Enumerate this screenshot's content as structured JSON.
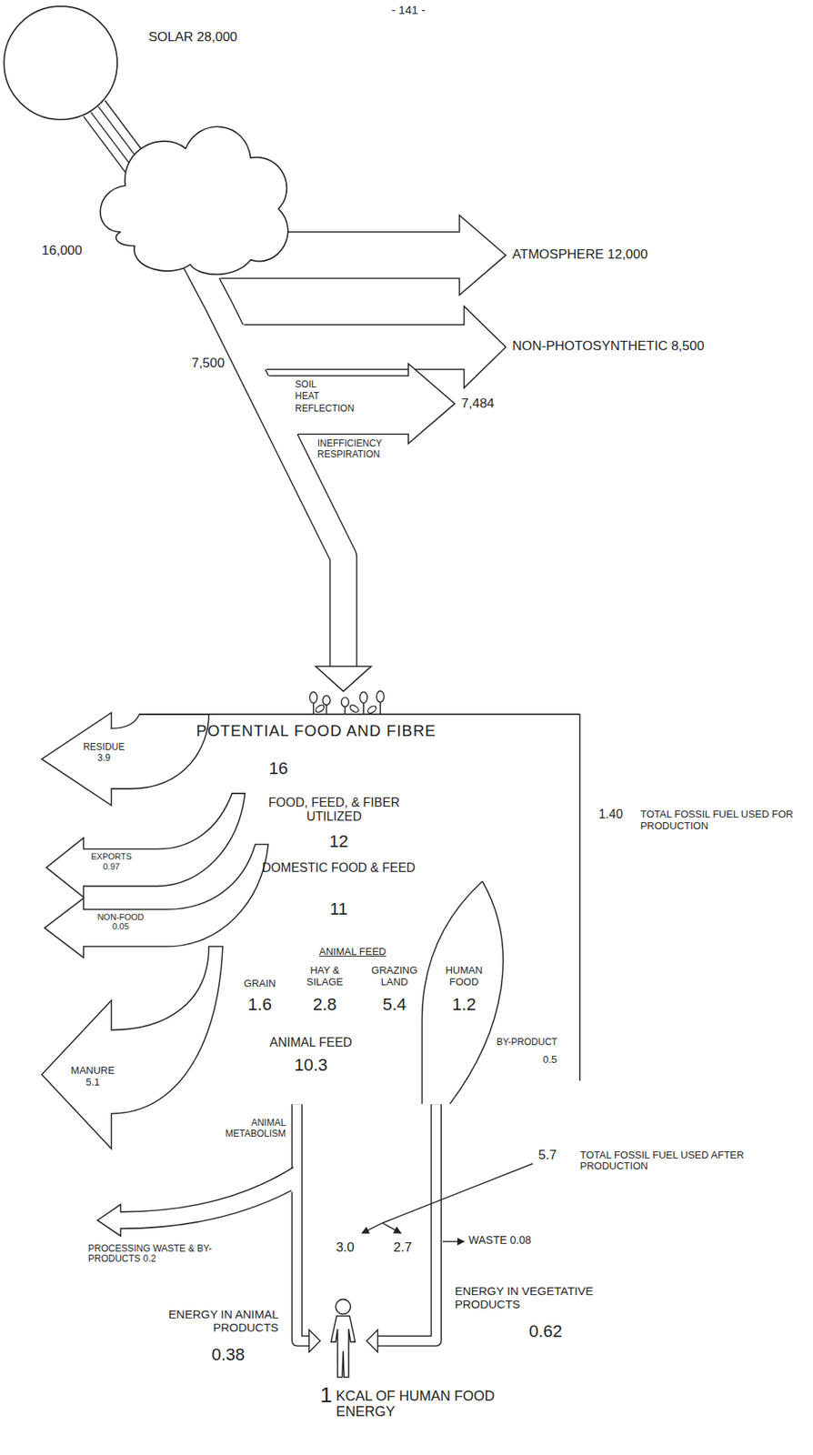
{
  "diagram": {
    "nodes": [
      {
        "text": [
          "SOLAR 28,000"
        ]
      },
      {
        "text": [
          "POTENTIAL FOOD AND FIBRE",
          "16",
          "FOOD, FEED, & FIBER UTILIZED",
          "12",
          "DOMESTIC FOOD & FEED",
          "11",
          "ANIMAL FEED",
          "GRAIN",
          "1.6",
          "HAY & SILAGE",
          "2.8",
          "GRAZING LAND",
          "5.4",
          "HUMAN FOOD",
          "1.2",
          "ANIMAL FEED",
          "10.3",
          "BY-PRODUCT",
          "0.5"
        ]
      },
      {
        "text": [
          "1",
          "KCAL OF HUMAN FOOD ENERGY"
        ]
      }
    ],
    "edges": [
      {
        "from": 0,
        "to": 1,
        "arrow": "to",
        "label": "7,500"
      },
      {
        "from": 1,
        "to": 2,
        "arrow": "to"
      },
      {
        "from": 1,
        "to": 2,
        "arrow": "to"
      }
    ],
    "labels": [
      "- 141 -",
      "ATMOSPHERE 12,000",
      "16,000",
      "NON-PHOTOSYNTHETIC 8,500",
      "SOIL",
      "HEAT",
      "REFLECTION",
      "7,484",
      "INEFFICIENCY RESPIRATION",
      "RESIDUE 3.9",
      "1.40",
      "TOTAL FOSSIL FUEL USED FOR PRODUCTION",
      "EXPORTS 0.97",
      "NON-FOOD 0.05",
      "MANURE 5.1",
      "5.7",
      "TOTAL FOSSIL FUEL USED AFTER PRODUCTION",
      "ANIMAL METABOLISM",
      "PROCESSING WASTE & BY-PRODUCTS 0.2",
      "3.0",
      "2.7",
      "WASTE 0.08",
      "ENERGY IN ANIMAL PRODUCTS",
      "0.38",
      "ENERGY IN VEGETATIVE PRODUCTS",
      "0.62"
    ]
  }
}
